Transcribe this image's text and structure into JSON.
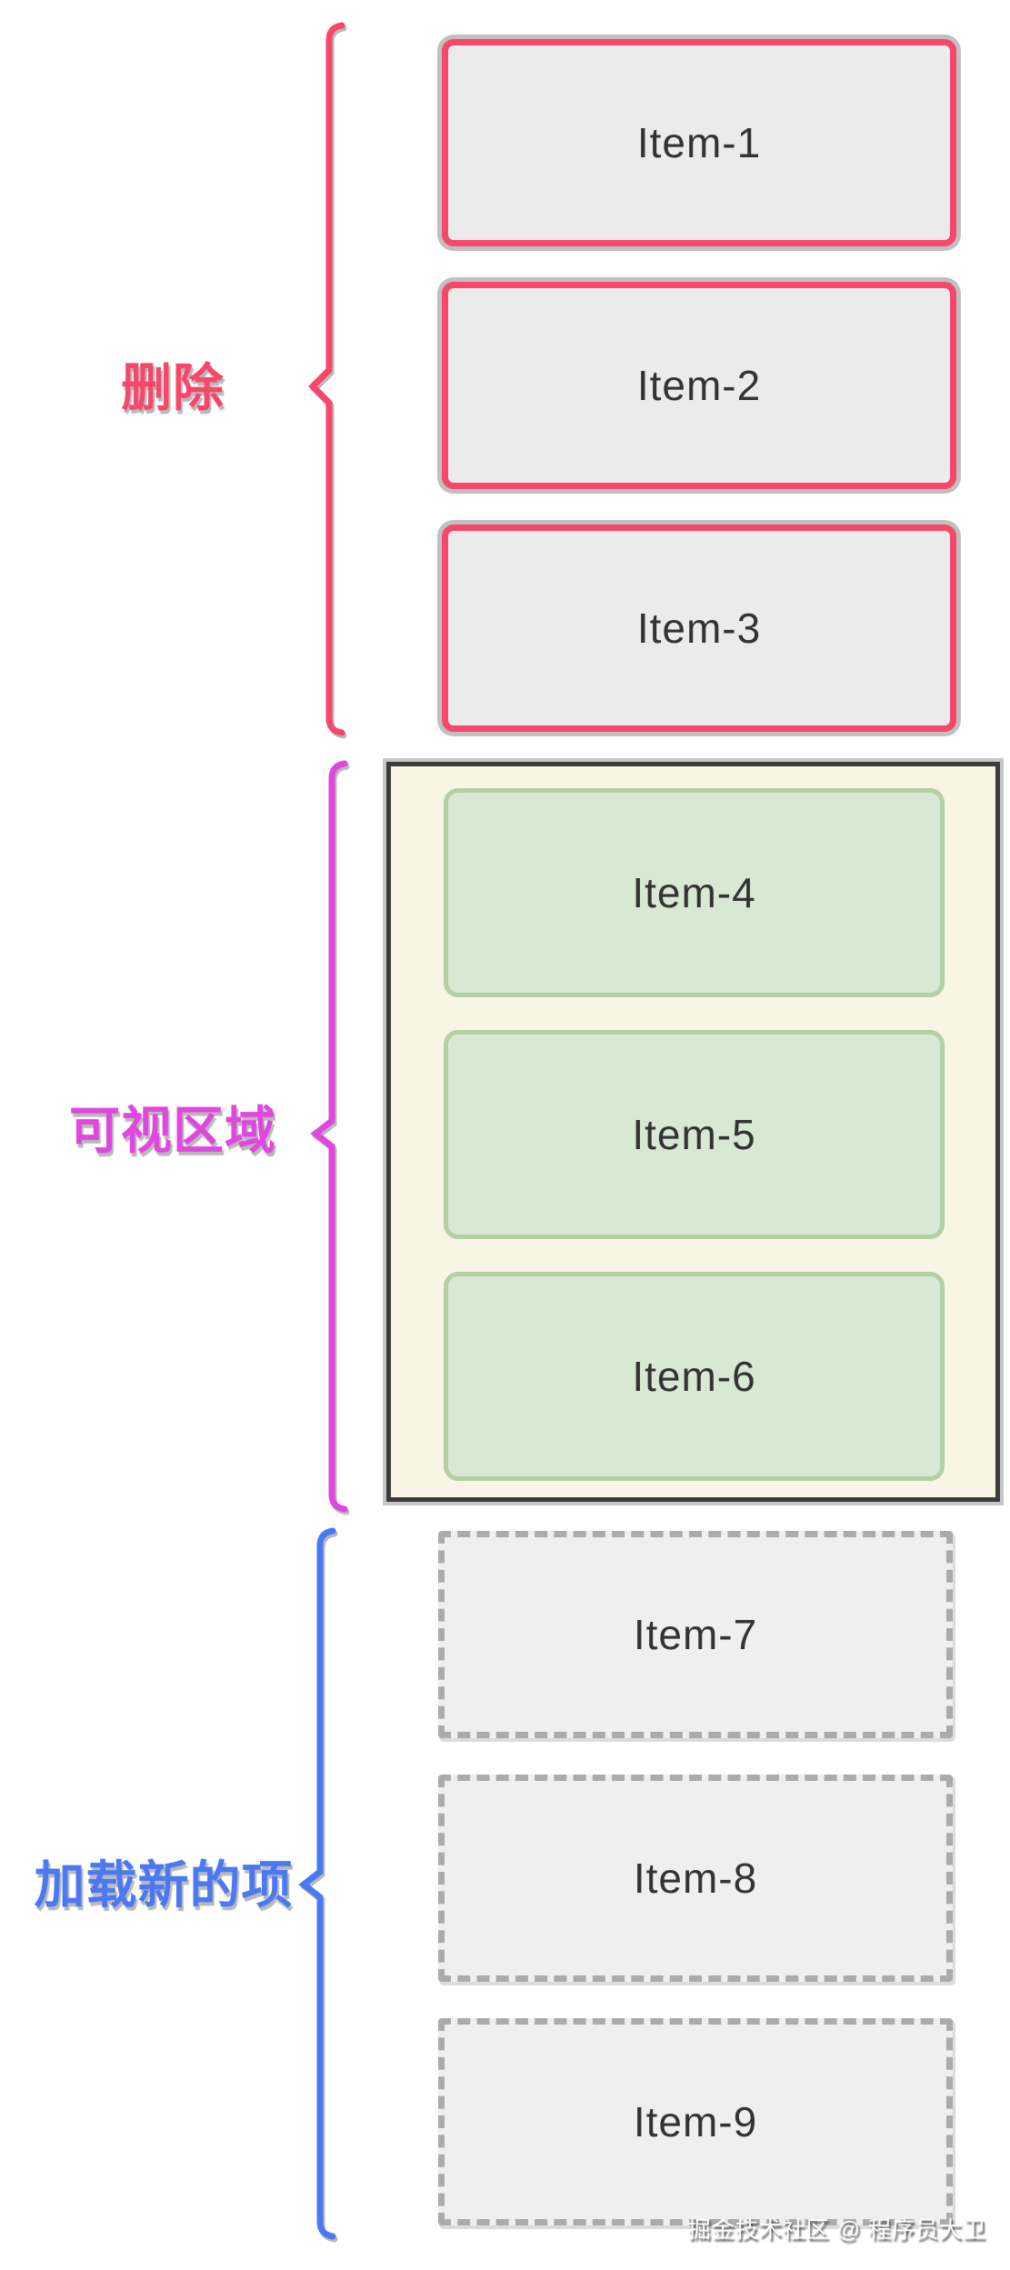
{
  "colors": {
    "delete-accent": "#F7476B",
    "visible-accent": "#DF47DF",
    "loadnew-accent": "#4B79F1",
    "item-fill": "#ECEBEB",
    "item-fill-light": "#EFEFEF",
    "green-fill": "#D7E9D2",
    "green-border": "#B3CFA3",
    "container-fill": "#F8F5E4",
    "container-border": "#3C3C3C",
    "item-text": "#333333",
    "dash-border": "#ABABAB"
  },
  "sections": [
    {
      "label": "删除",
      "items": [
        {
          "label": "Item-1"
        },
        {
          "label": "Item-2"
        },
        {
          "label": "Item-3"
        }
      ]
    },
    {
      "label": "可视区域",
      "items": [
        {
          "label": "Item-4"
        },
        {
          "label": "Item-5"
        },
        {
          "label": "Item-6"
        }
      ]
    },
    {
      "label": "加载新的项",
      "items": [
        {
          "label": "Item-7"
        },
        {
          "label": "Item-8"
        },
        {
          "label": "Item-9"
        }
      ]
    }
  ],
  "watermark": {
    "text": "掘金技术社区 @ 程序员大卫"
  }
}
